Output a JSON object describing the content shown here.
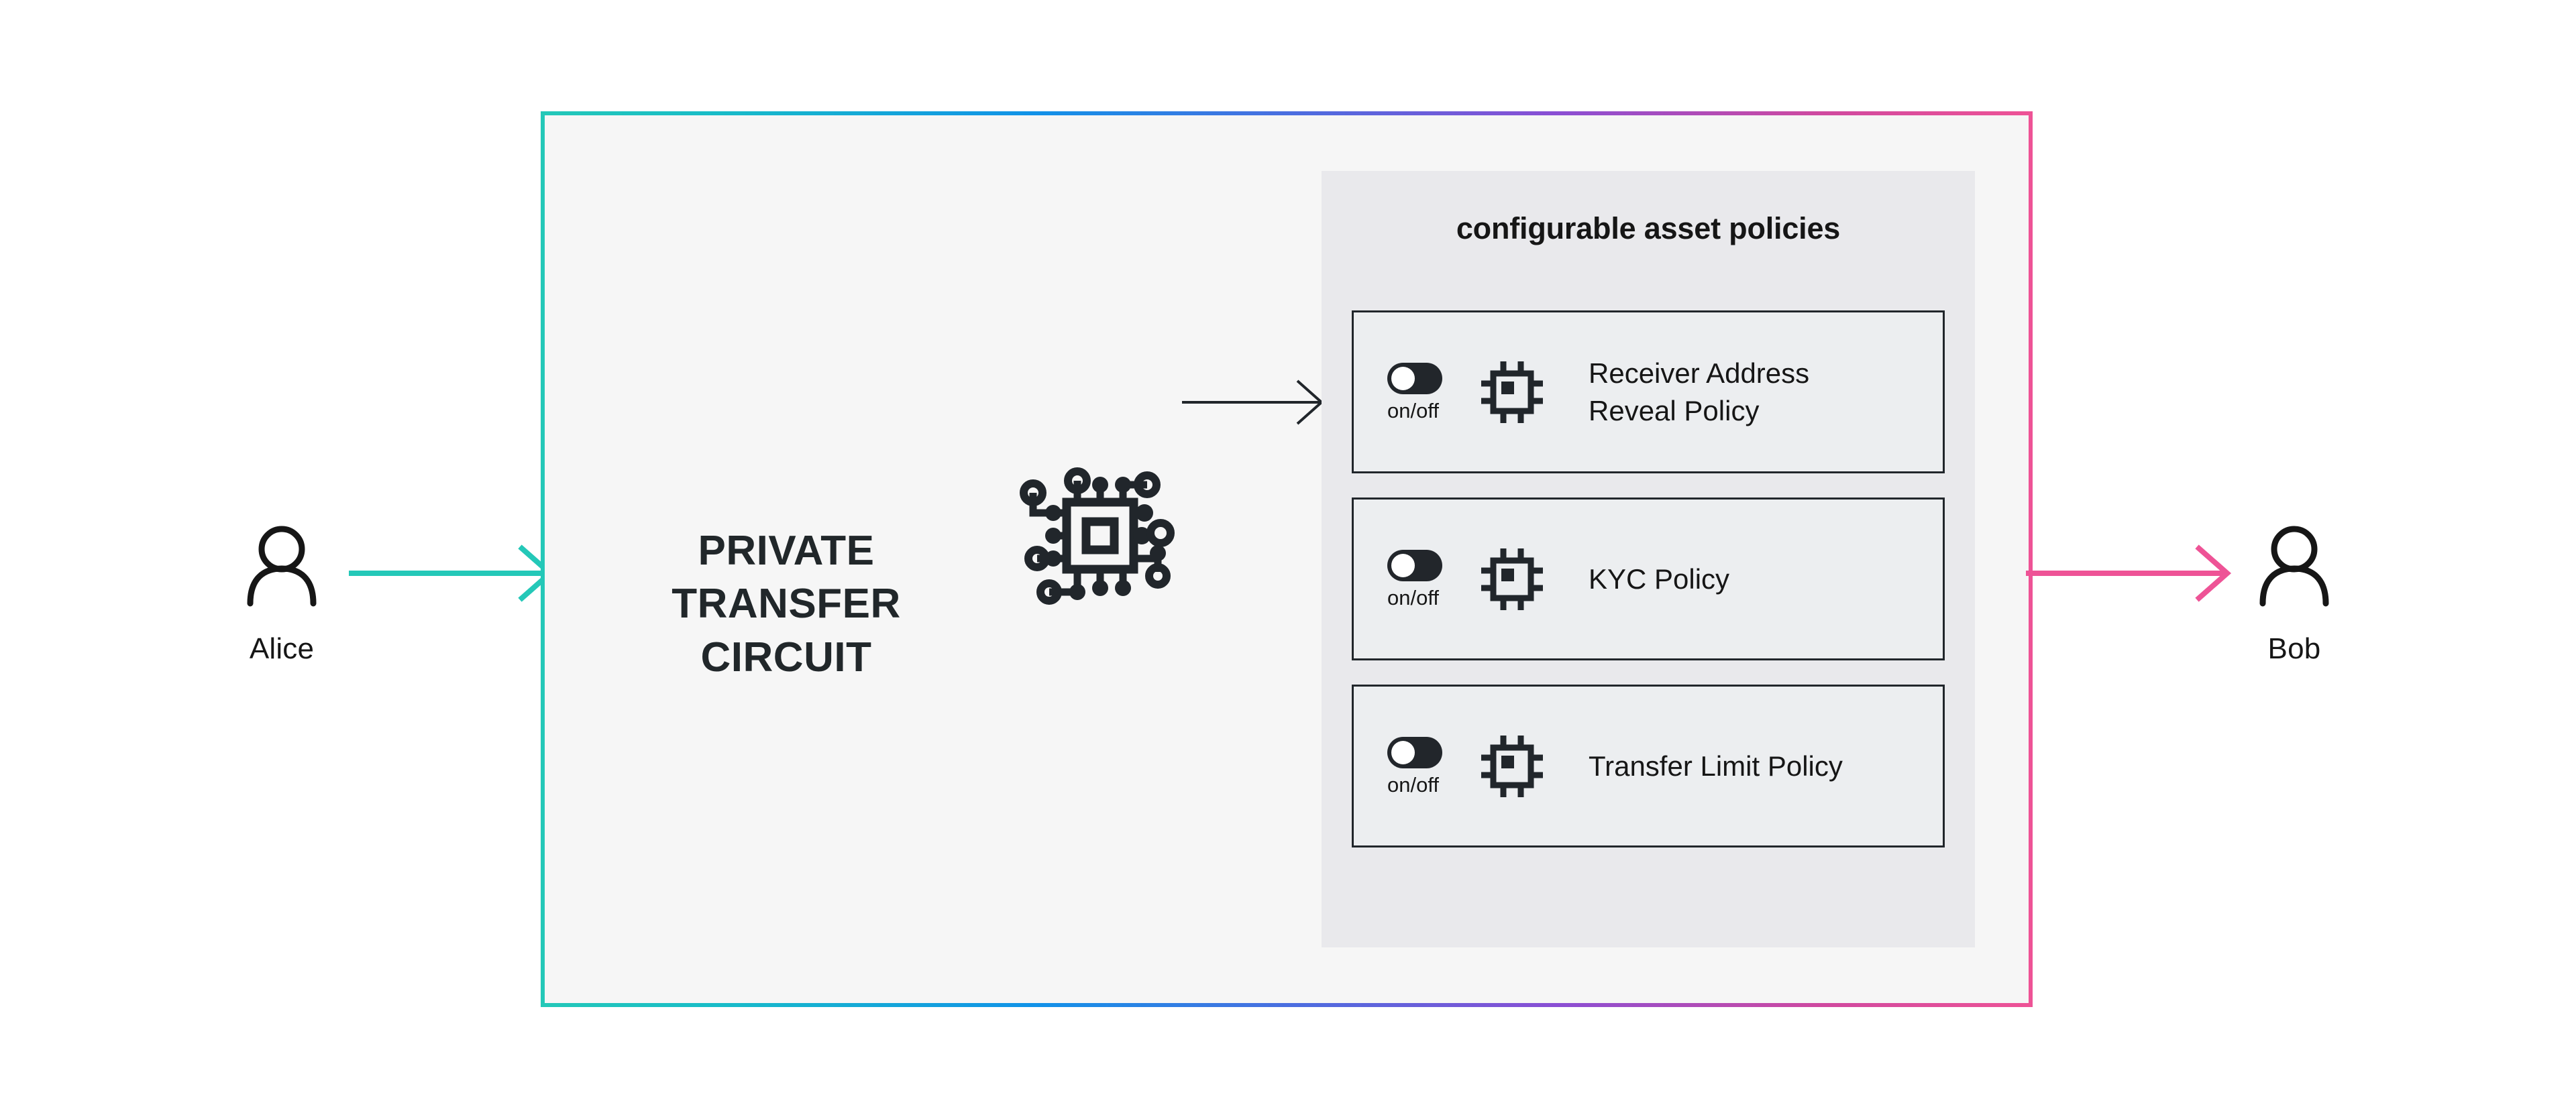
{
  "diagram": {
    "title": "Private transfer circuit with configurable asset policies",
    "background_color": "#ffffff",
    "container_background": "#f6f6f6",
    "panel_background": "#e9e9ec"
  },
  "actors": {
    "sender": {
      "label": "Alice",
      "icon": "user-icon",
      "arrow_color": "#24c8b8",
      "arrow_direction": "right"
    },
    "receiver": {
      "label": "Bob",
      "icon": "user-icon",
      "arrow_color": "#ee5396",
      "arrow_direction": "right"
    }
  },
  "circuit": {
    "title_lines": [
      "PRIVATE",
      "TRANSFER",
      "CIRCUIT"
    ],
    "title_text": "PRIVATE TRANSFER CIRCUIT",
    "icon": "circuit-chip-icon",
    "flow_arrow_color": "#21262b"
  },
  "policies_panel": {
    "title": "configurable asset policies",
    "toggle_caption": "on/off",
    "toggle_state": "off",
    "items": [
      {
        "label": "Receiver Address Reveal Policy",
        "toggle_caption": "on/off",
        "toggle_state": "off",
        "icon": "chip-icon"
      },
      {
        "label": "KYC Policy",
        "toggle_caption": "on/off",
        "toggle_state": "off",
        "icon": "chip-icon"
      },
      {
        "label": "Transfer Limit Policy",
        "toggle_caption": "on/off",
        "toggle_state": "off",
        "icon": "chip-icon"
      }
    ]
  },
  "colors": {
    "teal": "#24c8b8",
    "blue": "#1192e8",
    "purple": "#8a4fd4",
    "pink": "#ee5396",
    "ink": "#161616",
    "card_border": "#21262b"
  }
}
